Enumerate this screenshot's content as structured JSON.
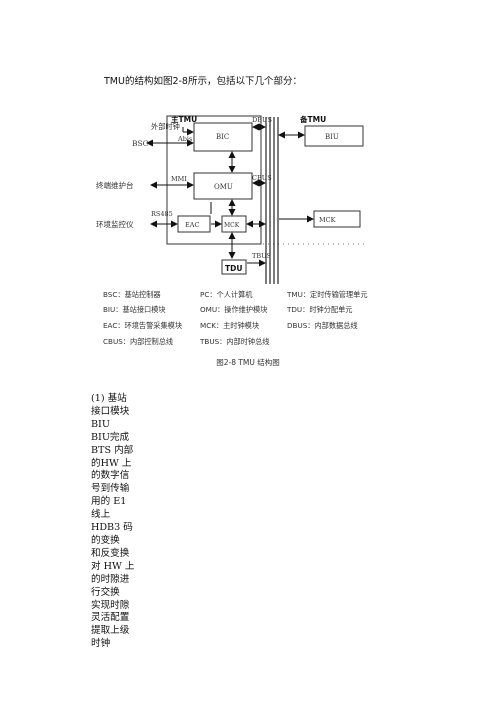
{
  "intro": "TMU的结构如图2-8所示，包括以下几个部分：",
  "diagram": {
    "main_tmu": "主TMU",
    "backup_tmu": "备TMU",
    "ext_clock": "外部时钟",
    "bsc": "BSC",
    "abis": "Abis",
    "bic": "BIC",
    "dbus": "DBUS",
    "biu": "BIU",
    "mmi": "MMI",
    "omu": "OMU",
    "cbus": "CBUS",
    "terminal": "终端维护台",
    "rs485": "RS485",
    "env_monitor": "环境监控仪",
    "eac": "EAC",
    "mck_main": "MCK",
    "mck_backup": "MCK",
    "tbus": "TBUS",
    "tdu": "TDU"
  },
  "legend": {
    "col1": [
      "BSC：基站控制器",
      "BIU：基站接口模块",
      "EAC：环境告警采集模块",
      "CBUS：内部控制总线"
    ],
    "col2": [
      "PC：个人计算机",
      "OMU：操作维护模块",
      "MCK：主时钟模块",
      "TBUS：内部时钟总线"
    ],
    "col3": [
      "TMU：定时传输管理单元",
      "TDU：时钟分配单元",
      "DBUS：内部数据总线"
    ]
  },
  "caption": "图2-8 TMU 结构图",
  "body_lines": [
    "(1) 基站",
    "接口模块",
    "BIU",
    "BIU完成",
    "BTS 内部",
    "的HW 上",
    "的数字信",
    "号到传输",
    "用的 E1",
    "线上",
    "HDB3 码",
    "的变换",
    "和反变换",
    "对 HW 上",
    "的时隙进",
    "行交换",
    "实现时隙",
    "灵活配置",
    "提取上级",
    "时钟"
  ]
}
